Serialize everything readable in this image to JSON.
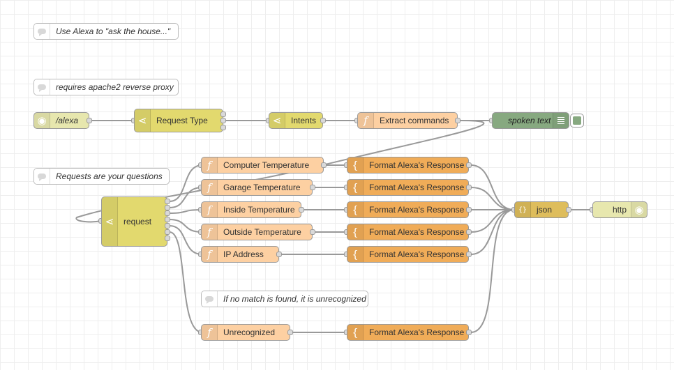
{
  "flow": {
    "comments": {
      "alexa_intro": "Use Alexa to \"ask the house...\"",
      "proxy": "requires apache2 reverse proxy",
      "requests": "Requests are your questions",
      "no_match": "If no match is found, it is unrecognized"
    },
    "nodes": {
      "alexa_in": "/alexa",
      "request_type": "Request Type",
      "intents": "Intents",
      "extract_commands": "Extract commands",
      "spoken_text": "spoken text",
      "request": "request",
      "computer_temp": "Computer Temperature",
      "garage_temp": "Garage Temperature",
      "inside_temp": "Inside Temperature",
      "outside_temp": "Outside Temperature",
      "ip_address": "IP Address",
      "unrecognized": "Unrecognized",
      "format_response": "Format Alexa's Response",
      "json": "json",
      "http_out": "http"
    },
    "icons": {
      "http": "globe-icon",
      "switch": "switch-icon",
      "function": "function-icon",
      "template": "template-icon",
      "json": "json-icon",
      "debug": "debug-list-icon",
      "comment": "comment-icon"
    },
    "colors": {
      "http": "#e7e7ae",
      "switch": "#e2d96e",
      "function": "#fdd0a2",
      "template": "#f0ac58",
      "json": "#debd5c",
      "debug": "#87a980"
    }
  }
}
